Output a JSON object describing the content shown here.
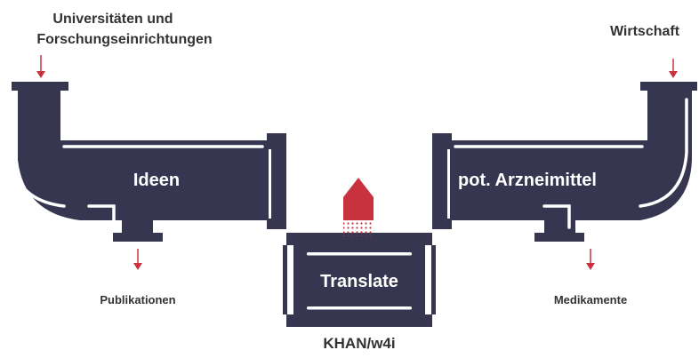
{
  "colors": {
    "pipe": "#363650",
    "highlight": "#ffffff",
    "arrow": "#c8323f",
    "text": "#333333"
  },
  "sources": {
    "left_input": "Universitäten und Forschungseinrichtungen",
    "left_input_line1": "Universitäten und",
    "left_input_line2": "Forschungseinrichtungen",
    "right_input": "Wirtschaft"
  },
  "pipes": {
    "left_label": "Ideen",
    "center_label": "Translate",
    "right_label": "pot. Arzneimittel"
  },
  "outputs": {
    "left_output": "Publikationen",
    "right_output": "Medikamente"
  },
  "footer": {
    "caption": "KHAN/w4i"
  }
}
